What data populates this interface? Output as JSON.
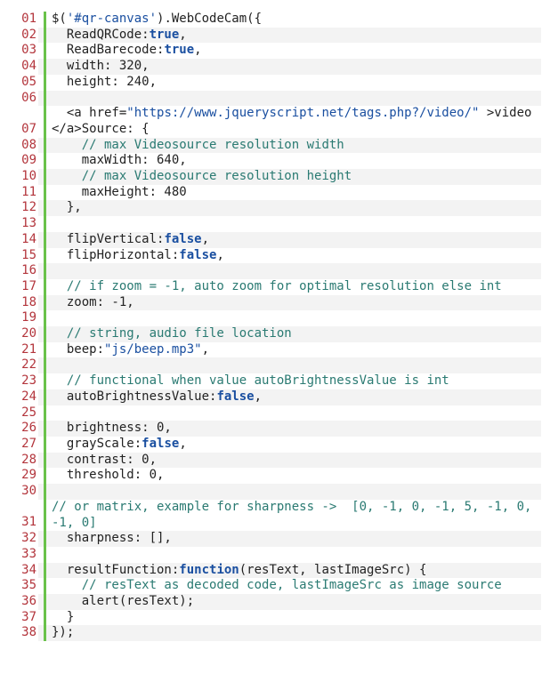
{
  "colors": {
    "line_number": "#b3353c",
    "gutter_bar": "#6ac24a",
    "keyword": "#1a4fa0",
    "string": "#1a4fa0",
    "comment": "#2a7a72",
    "text": "#222222",
    "stripe": "#f3f3f3"
  },
  "lines": [
    {
      "num": "01",
      "parts": [
        {
          "t": "$("
        },
        {
          "t": "'#qr-canvas'",
          "c": "str"
        },
        {
          "t": ").WebCodeCam({"
        }
      ]
    },
    {
      "num": "02",
      "parts": [
        {
          "t": "  ReadQRCode:"
        },
        {
          "t": "true",
          "c": "kw"
        },
        {
          "t": ","
        }
      ]
    },
    {
      "num": "03",
      "parts": [
        {
          "t": "  ReadBarecode:"
        },
        {
          "t": "true",
          "c": "kw"
        },
        {
          "t": ","
        }
      ]
    },
    {
      "num": "04",
      "parts": [
        {
          "t": "  width: 320,"
        }
      ]
    },
    {
      "num": "05",
      "parts": [
        {
          "t": "  height: 240,"
        }
      ]
    },
    {
      "num": "06",
      "parts": [
        {
          "t": ""
        }
      ]
    },
    {
      "num": "07",
      "wrapped": true,
      "parts": [
        {
          "t": "  <a href="
        },
        {
          "t": "\"https://www.jqueryscript.net/tags.php?/video/\"",
          "c": "str"
        },
        {
          "t": " >video</a>Source: {"
        }
      ]
    },
    {
      "num": "08",
      "parts": [
        {
          "t": "    "
        },
        {
          "t": "// max Videosource resolution width",
          "c": "cm"
        }
      ]
    },
    {
      "num": "09",
      "parts": [
        {
          "t": "    maxWidth: 640,"
        }
      ]
    },
    {
      "num": "10",
      "parts": [
        {
          "t": "    "
        },
        {
          "t": "// max Videosource resolution height",
          "c": "cm"
        }
      ]
    },
    {
      "num": "11",
      "parts": [
        {
          "t": "    maxHeight: 480"
        }
      ]
    },
    {
      "num": "12",
      "parts": [
        {
          "t": "  },"
        }
      ]
    },
    {
      "num": "13",
      "parts": [
        {
          "t": ""
        }
      ]
    },
    {
      "num": "14",
      "parts": [
        {
          "t": "  flipVertical:"
        },
        {
          "t": "false",
          "c": "kw"
        },
        {
          "t": ","
        }
      ]
    },
    {
      "num": "15",
      "parts": [
        {
          "t": "  flipHorizontal:"
        },
        {
          "t": "false",
          "c": "kw"
        },
        {
          "t": ","
        }
      ]
    },
    {
      "num": "16",
      "parts": [
        {
          "t": ""
        }
      ]
    },
    {
      "num": "17",
      "parts": [
        {
          "t": "  "
        },
        {
          "t": "// if zoom = -1, auto zoom for optimal resolution else int",
          "c": "cm"
        }
      ]
    },
    {
      "num": "18",
      "parts": [
        {
          "t": "  zoom: -1,"
        }
      ]
    },
    {
      "num": "19",
      "parts": [
        {
          "t": ""
        }
      ]
    },
    {
      "num": "20",
      "parts": [
        {
          "t": "  "
        },
        {
          "t": "// string, audio file location",
          "c": "cm"
        }
      ]
    },
    {
      "num": "21",
      "parts": [
        {
          "t": "  beep:"
        },
        {
          "t": "\"js/beep.mp3\"",
          "c": "str"
        },
        {
          "t": ","
        }
      ]
    },
    {
      "num": "22",
      "parts": [
        {
          "t": ""
        }
      ]
    },
    {
      "num": "23",
      "parts": [
        {
          "t": "  "
        },
        {
          "t": "// functional when value autoBrightnessValue is int",
          "c": "cm"
        }
      ]
    },
    {
      "num": "24",
      "parts": [
        {
          "t": "  autoBrightnessValue:"
        },
        {
          "t": "false",
          "c": "kw"
        },
        {
          "t": ","
        }
      ]
    },
    {
      "num": "25",
      "parts": [
        {
          "t": ""
        }
      ]
    },
    {
      "num": "26",
      "parts": [
        {
          "t": "  brightness: 0,"
        }
      ]
    },
    {
      "num": "27",
      "parts": [
        {
          "t": "  grayScale:"
        },
        {
          "t": "false",
          "c": "kw"
        },
        {
          "t": ","
        }
      ]
    },
    {
      "num": "28",
      "parts": [
        {
          "t": "  contrast: 0,"
        }
      ]
    },
    {
      "num": "29",
      "parts": [
        {
          "t": "  threshold: 0,"
        }
      ]
    },
    {
      "num": "30",
      "parts": [
        {
          "t": ""
        }
      ]
    },
    {
      "num": "31",
      "wrapped": true,
      "parts": [
        {
          "t": "// or matrix, example for sharpness ->  [0, -1, 0, -1, 5, -1, 0, -1, 0]",
          "c": "cm"
        }
      ]
    },
    {
      "num": "32",
      "parts": [
        {
          "t": "  sharpness: [],"
        }
      ]
    },
    {
      "num": "33",
      "parts": [
        {
          "t": ""
        }
      ]
    },
    {
      "num": "34",
      "parts": [
        {
          "t": "  resultFunction:"
        },
        {
          "t": "function",
          "c": "kw-fn"
        },
        {
          "t": "(resText, lastImageSrc) {"
        }
      ]
    },
    {
      "num": "35",
      "parts": [
        {
          "t": "    "
        },
        {
          "t": "// resText as decoded code, lastImageSrc as image source",
          "c": "cm"
        }
      ]
    },
    {
      "num": "36",
      "parts": [
        {
          "t": "    alert(resText);"
        }
      ]
    },
    {
      "num": "37",
      "parts": [
        {
          "t": "  }"
        }
      ]
    },
    {
      "num": "38",
      "parts": [
        {
          "t": "});"
        }
      ]
    }
  ]
}
